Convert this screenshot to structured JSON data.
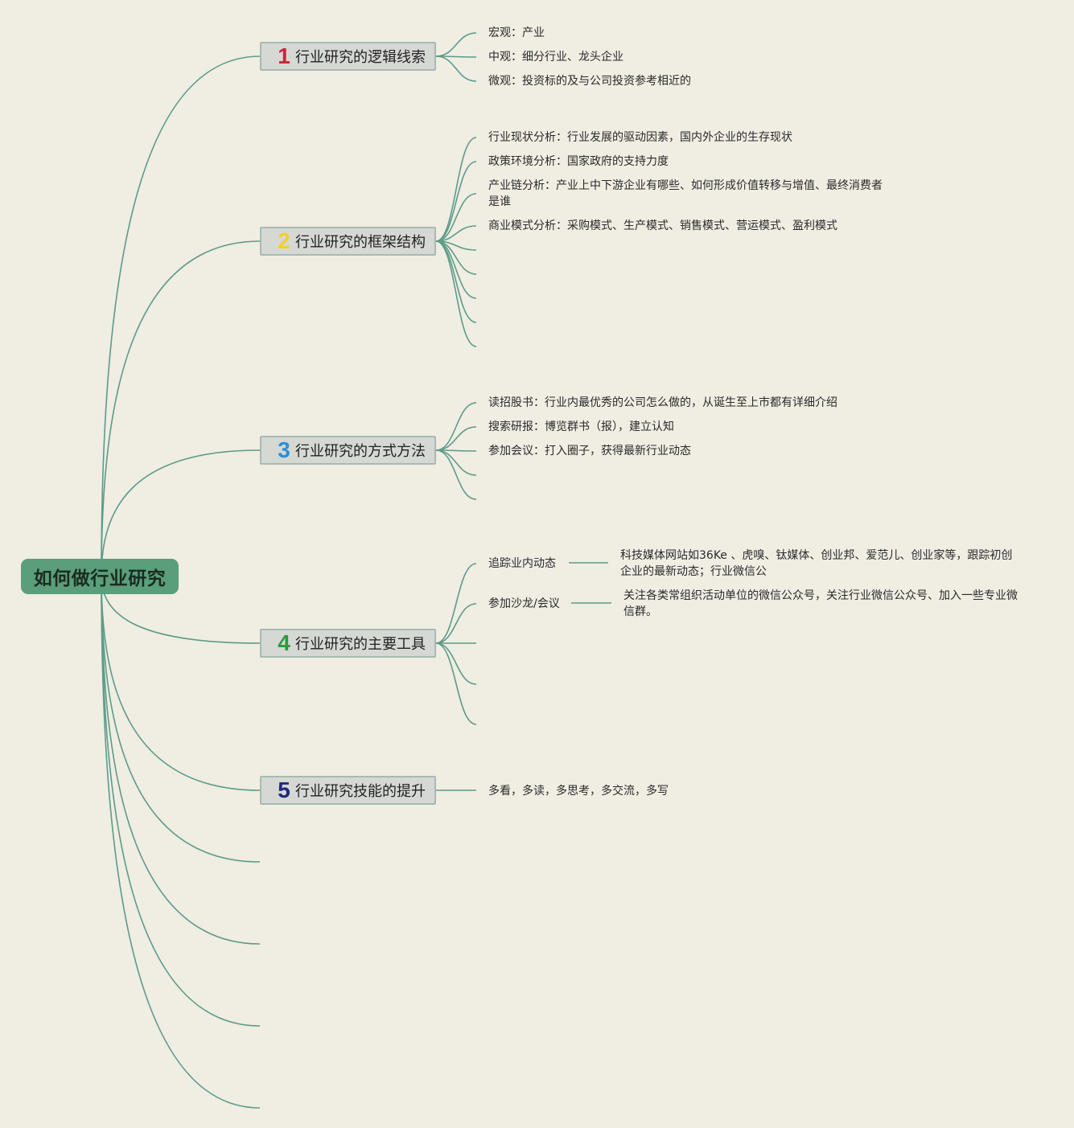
{
  "root": {
    "label": "如何做行业研究"
  },
  "colors": {
    "background": "#f0ede3",
    "root_fill": "#5a9e7b",
    "connector": "#5c9c88",
    "topic_fill": "#d6d8d4",
    "topic_border": "#a6bab2",
    "num_1": "#d4213a",
    "num_2": "#f2cf2e",
    "num_3": "#2b8fd6",
    "num_4": "#2e9a3c",
    "num_5": "#1f2a7a"
  },
  "topics": [
    {
      "num": "1",
      "label": "行业研究的逻辑线索",
      "items": [
        "宏观：产业",
        "中观：细分行业、龙头企业",
        "微观：投资标的及与公司投资参考相近的"
      ]
    },
    {
      "num": "2",
      "label": "行业研究的框架结构",
      "items": [
        "行业现状分析：行业发展的驱动因素，国内外企业的生存现状",
        "政策环境分析：国家政府的支持力度",
        "产业链分析：产业上中下游企业有哪些、如何形成价值转移与增值、最终消费者是谁",
        "商业模式分析：采购模式、生产模式、销售模式、营运模式、盈利模式"
      ]
    },
    {
      "num": "3",
      "label": "行业研究的方式方法",
      "items": [
        "读招股书：行业内最优秀的公司怎么做的，从诞生至上市都有详细介绍",
        "搜索研报：博览群书（报），建立认知",
        "参加会议：打入圈子，获得最新行业动态"
      ]
    },
    {
      "num": "4",
      "label": "行业研究的主要工具",
      "items": [
        {
          "label": "追踪业内动态",
          "detail": "科技媒体网站如36Ke 、虎嗅、钛媒体、创业邦、爱范儿、创业家等，跟踪初创企业的最新动态；行业微信公"
        },
        {
          "label": "参加沙龙/会议",
          "detail": "关注各类常组织活动单位的微信公众号，关注行业微信公众号、加入一些专业微信群。"
        }
      ]
    },
    {
      "num": "5",
      "label": "行业研究技能的提升",
      "items": [
        "多看，多读，多思考，多交流，多写"
      ]
    }
  ]
}
